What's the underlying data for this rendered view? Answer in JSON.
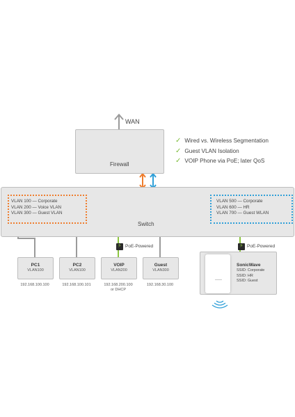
{
  "wan": {
    "label": "WAN"
  },
  "firewall": {
    "label": "Firewall"
  },
  "features": {
    "items": [
      "Wired vs. Wireless Segmentation",
      "Guest VLAN Isolation",
      "VOIP Phone via PoE; later QoS"
    ]
  },
  "switch": {
    "label": "Switch",
    "wired_vlans": [
      "VLAN 100 — Corporate",
      "VLAN 200 — Voice VLAN",
      "VLAN 300 — Guest VLAN"
    ],
    "wireless_vlans": [
      "VLAN 500 — Corporate",
      "VLAN 600 — HR",
      "VLAN 700 — Guest WLAN"
    ]
  },
  "devices": {
    "pc1": {
      "name": "PC1",
      "vlan": "VLAN100",
      "ip": "192.168.100.100"
    },
    "pc2": {
      "name": "PC2",
      "vlan": "VLAN100",
      "ip": "192.168.100.101"
    },
    "voip": {
      "name": "VOIP",
      "vlan": "VLAN200",
      "ip": "192.168.200.100",
      "ip_alt": "or DHCP",
      "poe": "PoE-Powered"
    },
    "guest": {
      "name": "Guest",
      "vlan": "VLAN300",
      "ip": "192.168.30.100"
    }
  },
  "sonicwave": {
    "name": "SonicWave",
    "ssids": [
      "SSID: Corporate",
      "SSID: HR",
      "SSID: Guest"
    ],
    "poe": "PoE-Powered"
  },
  "colors": {
    "orange": "#ef7d2d",
    "blue": "#2e9fd8",
    "green": "#8cc63f",
    "gray_line": "#9a9a9a",
    "box_fill": "#e7e7e7"
  }
}
